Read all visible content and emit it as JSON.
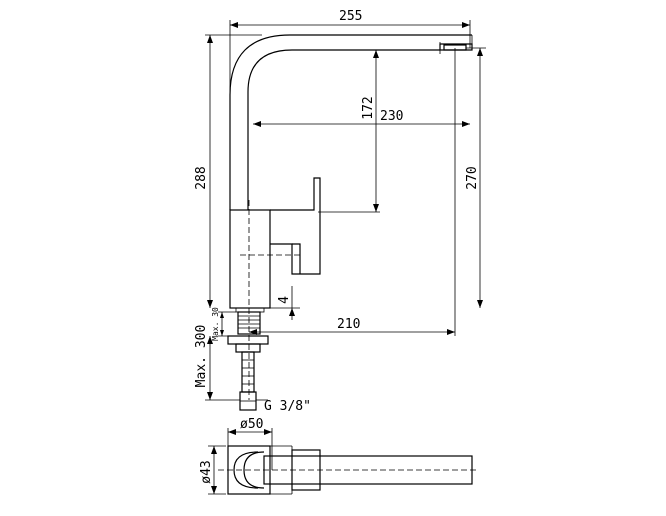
{
  "dimensions": {
    "width_total": "255",
    "height_total": "288",
    "spout_reach": "230",
    "spout_clearance": "172",
    "height_right": "270",
    "base_to_spout": "210",
    "base_step": "4",
    "max_deck": "Max. 30",
    "hose_length": "Max. 300",
    "thread": "G 3/8\"",
    "base_diameter": "ø50",
    "body_diameter": "ø43"
  }
}
